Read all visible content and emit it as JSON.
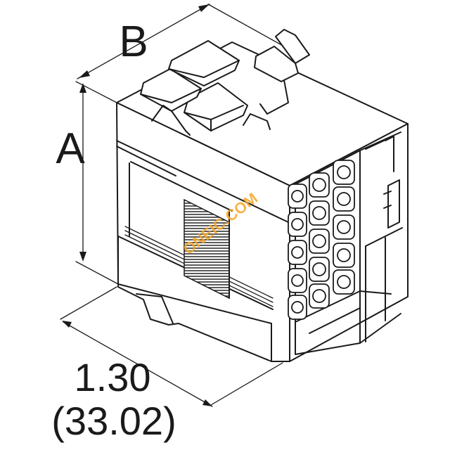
{
  "dimensions": {
    "a_label": "A",
    "b_label": "B",
    "length_inches": "1.30",
    "length_mm": "(33.02)"
  },
  "watermark": {
    "text": "ONEIC.COM",
    "color": "#f5a623"
  },
  "colors": {
    "line": "#1a1a1a",
    "background": "#ffffff",
    "grip_fill": "#555555"
  }
}
